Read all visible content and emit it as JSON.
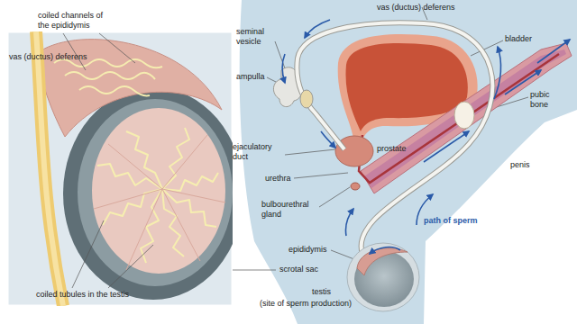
{
  "diagram": {
    "labels": [
      "coiled channels of the epididymis",
      "vas (ductus) deferens",
      "coiled tubules in the testis",
      "vas (ductus) deferens",
      "seminal vesicle",
      "ampulla",
      "bladder",
      "pubic bone",
      "ejaculatory duct",
      "prostate",
      "urethra",
      "bulbourethral gland",
      "penis",
      "path of sperm",
      "epididymis",
      "scrotal sac",
      "testis",
      "(site of sperm production)"
    ]
  }
}
